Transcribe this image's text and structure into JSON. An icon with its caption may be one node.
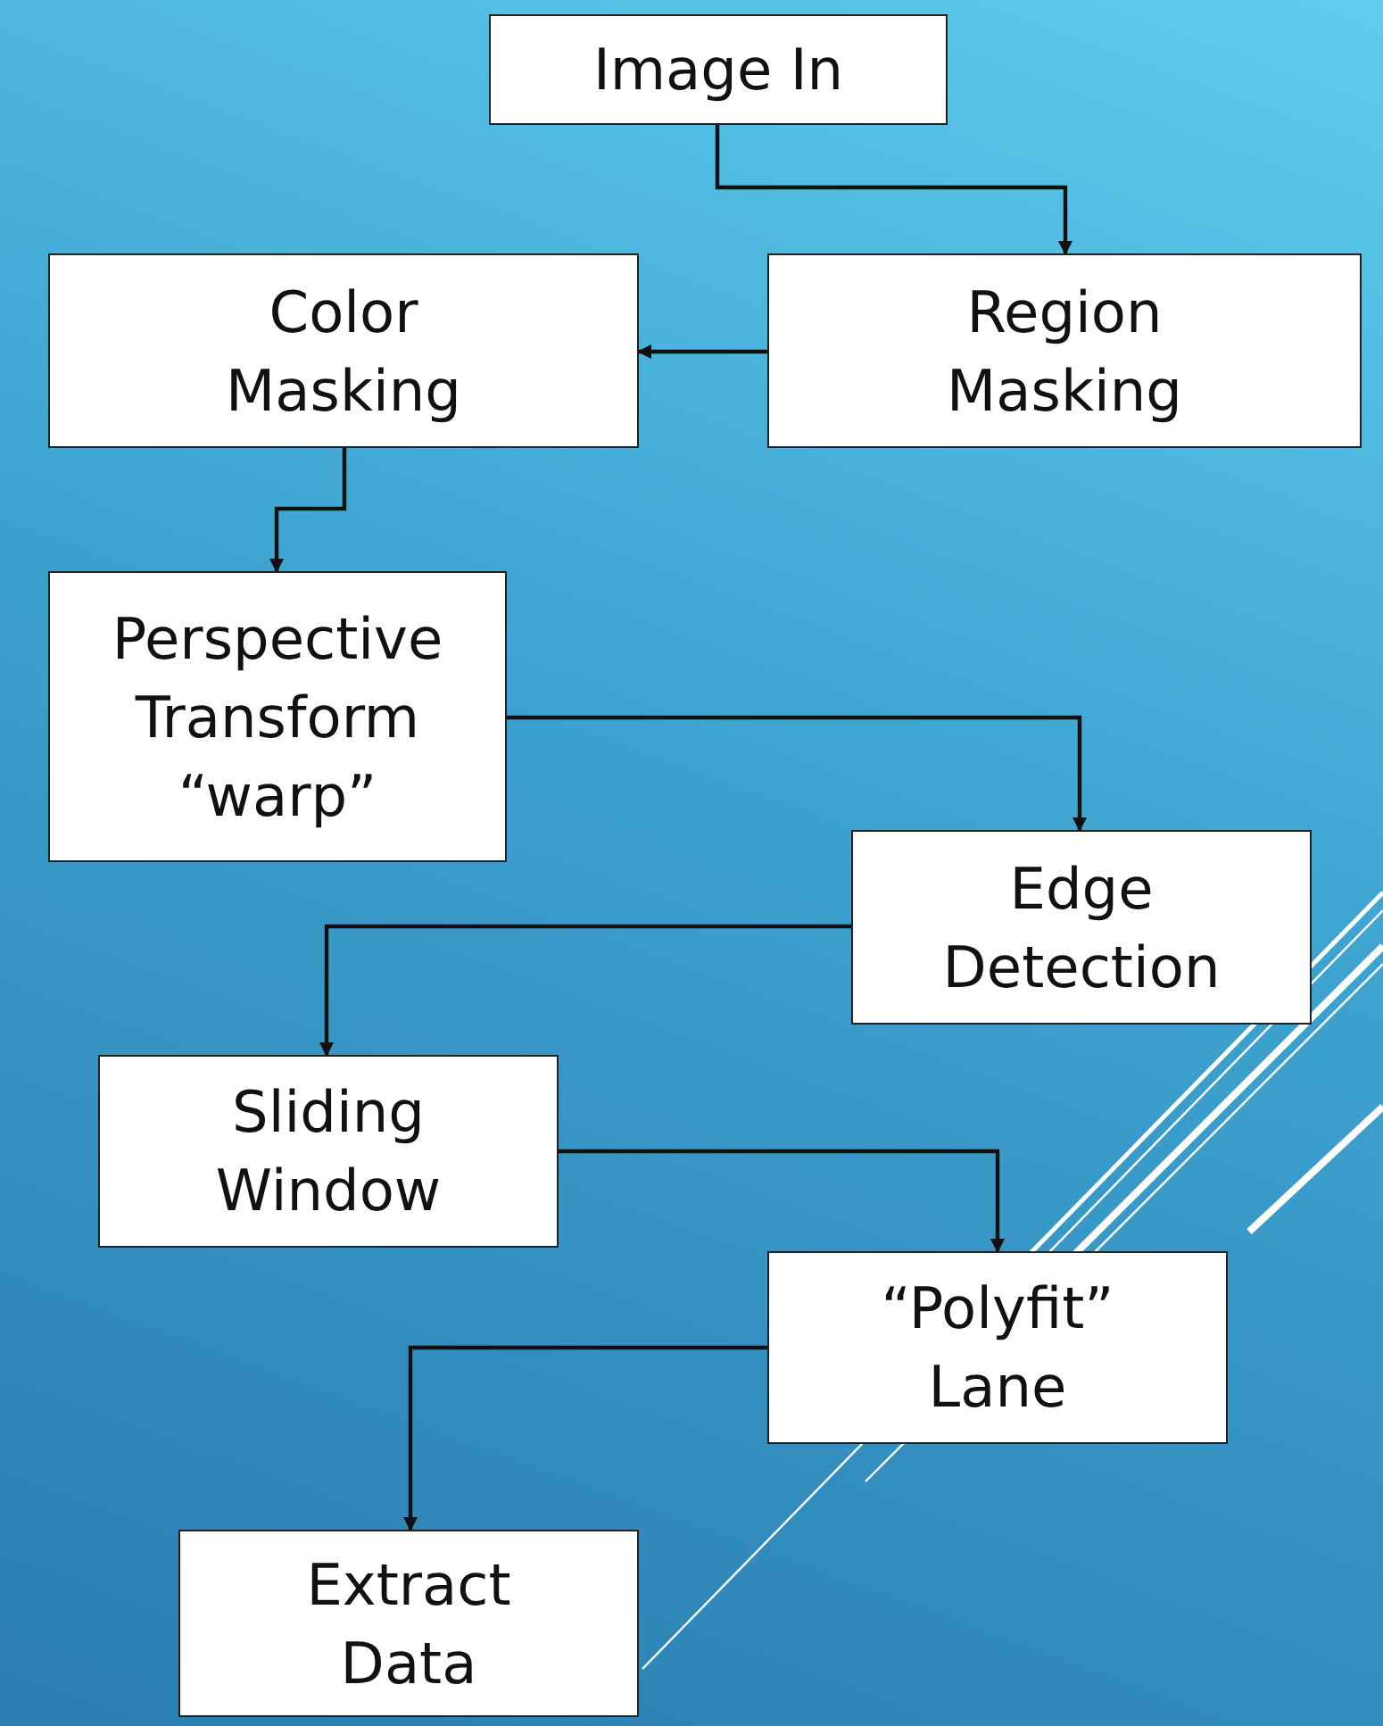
{
  "diagram": {
    "nodes": [
      {
        "text": [
          "Image In"
        ]
      },
      {
        "text": [
          "Region Masking"
        ]
      },
      {
        "text": [
          "Color Masking"
        ]
      },
      {
        "text": [
          "Perspective Transform “warp”"
        ]
      },
      {
        "text": [
          "Edge Detection"
        ]
      },
      {
        "text": [
          "Sliding Window"
        ]
      },
      {
        "text": [
          "“Polyfit” Lane"
        ]
      },
      {
        "text": [
          "Extract Data"
        ]
      }
    ],
    "edges": [
      {
        "from": 0,
        "to": 1,
        "arrow": "to"
      },
      {
        "from": 1,
        "to": 2,
        "arrow": "to"
      },
      {
        "from": 2,
        "to": 3,
        "arrow": "to"
      },
      {
        "from": 3,
        "to": 4,
        "arrow": "to"
      },
      {
        "from": 4,
        "to": 5,
        "arrow": "to"
      },
      {
        "from": 5,
        "to": 6,
        "arrow": "to"
      },
      {
        "from": 6,
        "to": 7,
        "arrow": "to"
      }
    ]
  }
}
